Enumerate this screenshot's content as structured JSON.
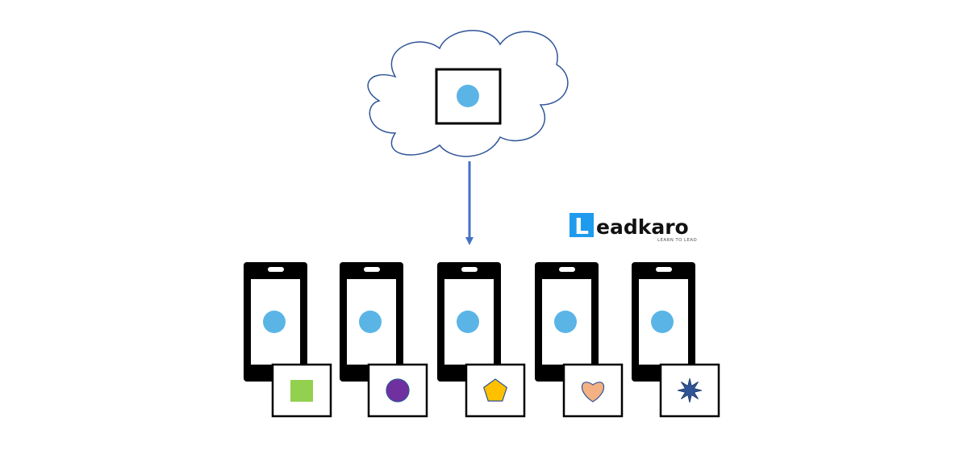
{
  "logo": {
    "letter": "L",
    "word": "eadkaro",
    "tagline": "LEARN TO LEAD"
  },
  "colors": {
    "cloud_stroke": "#2F5597",
    "arrow": "#4472C4",
    "dot": "#5BB4E6",
    "logo_box": "#1E9BEF",
    "phone_body": "#000000"
  },
  "cloud": {
    "icon": "cloud-icon",
    "content": "dot-in-square"
  },
  "devices": [
    {
      "icon": "square-icon",
      "color": "#92D050"
    },
    {
      "icon": "circle-icon",
      "color": "#7030A0"
    },
    {
      "icon": "pentagon-icon",
      "color": "#FFC000"
    },
    {
      "icon": "heart-icon",
      "color": "#F4B183"
    },
    {
      "icon": "star-icon",
      "color": "#2F5597"
    }
  ]
}
